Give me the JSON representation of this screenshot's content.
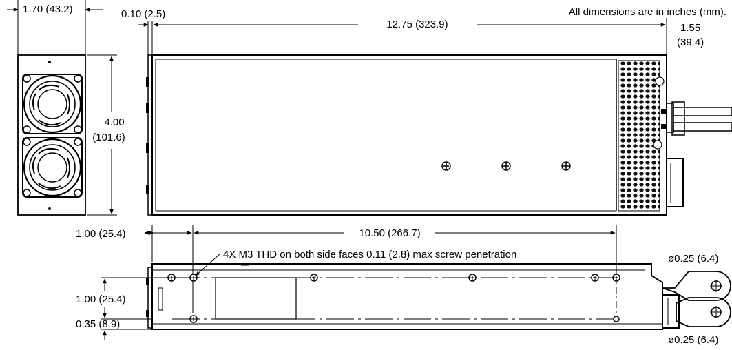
{
  "note": "All dimensions are in inches (mm).",
  "front_view": {
    "width": "1.70 (43.2)",
    "height_in": "4.00",
    "height_mm": "(101.6)"
  },
  "top_view": {
    "flange": "0.10 (2.5)",
    "length": "12.75 (323.9)",
    "terminal_in": "1.55",
    "terminal_mm": "(39.4)"
  },
  "side_view": {
    "first_hole": "1.00 (25.4)",
    "hole_span": "10.50 (266.7)",
    "thread_note": "4X M3 THD on both side faces 0.11 (2.8) max screw penetration",
    "hole_pitch": "1.00 (25.4)",
    "bottom_offset": "0.35 (8.9)",
    "lug_top": "ø0.25 (6.4)",
    "lug_bottom": "ø0.25 (6.4)"
  }
}
